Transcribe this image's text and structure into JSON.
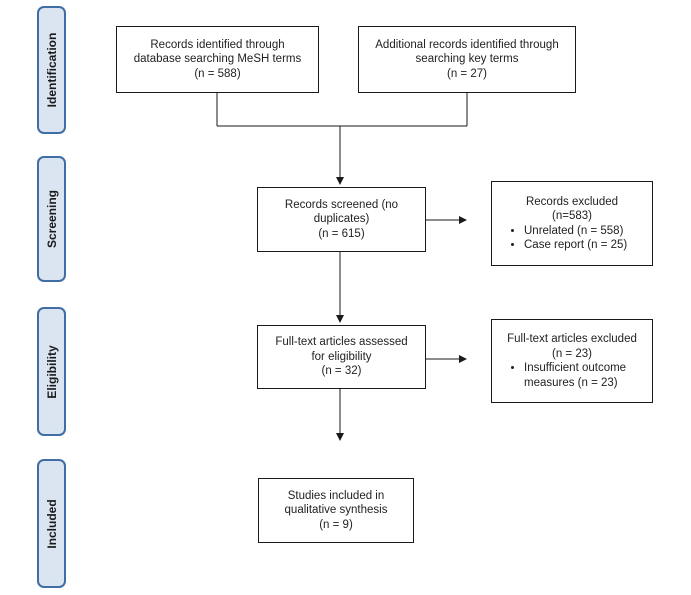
{
  "stages": {
    "identification": "Identification",
    "screening": "Screening",
    "eligibility": "Eligibility",
    "included": "Included"
  },
  "boxes": {
    "records_identified": {
      "line1": "Records identified through",
      "line2": "database searching MeSH terms",
      "line3": "(n = 588)"
    },
    "additional_records": {
      "line1": "Additional records identified through",
      "line2": "searching key terms",
      "line3": "(n = 27)"
    },
    "records_screened": {
      "line1": "Records screened (no",
      "line2": "duplicates)",
      "line3": "(n = 615)"
    },
    "records_excluded": {
      "line1": "Records excluded",
      "line2": "(n=583)",
      "bullets": [
        "Unrelated (n = 558)",
        "Case report (n = 25)"
      ]
    },
    "fulltext_assessed": {
      "line1": "Full-text articles assessed",
      "line2": "for eligibility",
      "line3": "(n = 32)"
    },
    "fulltext_excluded": {
      "line1": "Full-text articles excluded",
      "line2": "(n = 23)",
      "bullets": [
        "Insufficient outcome measures (n = 23)"
      ]
    },
    "studies_included": {
      "line1": "Studies included in",
      "line2": "qualitative synthesis",
      "line3": "(n = 9)"
    }
  },
  "colors": {
    "stage_fill": "#dbe5f1",
    "stage_border": "#3f6ea5",
    "line": "#1a1a1a"
  }
}
